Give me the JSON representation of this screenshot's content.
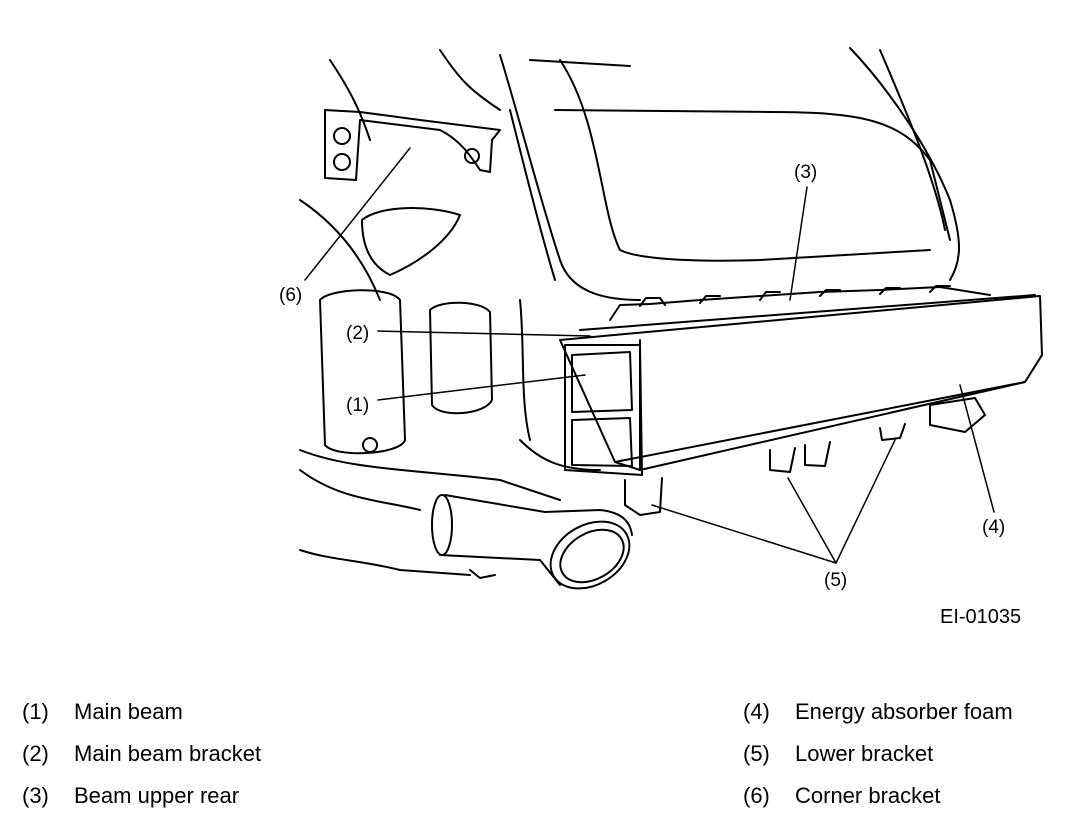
{
  "figure_id": "EI-01035",
  "callouts": [
    "(1)",
    "(2)",
    "(3)",
    "(4)",
    "(5)",
    "(6)"
  ],
  "legend": [
    {
      "num": "(1)",
      "label": "Main beam"
    },
    {
      "num": "(2)",
      "label": "Main beam bracket"
    },
    {
      "num": "(3)",
      "label": "Beam upper rear"
    },
    {
      "num": "(4)",
      "label": "Energy absorber foam"
    },
    {
      "num": "(5)",
      "label": "Lower bracket"
    },
    {
      "num": "(6)",
      "label": "Corner bracket"
    }
  ]
}
